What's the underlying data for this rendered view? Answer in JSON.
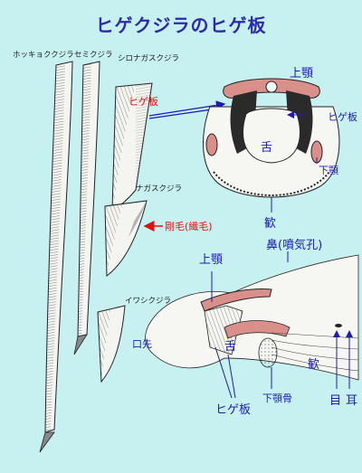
{
  "title": "ヒゲクジラのヒゲ板",
  "whales": {
    "hokkyoku": "ホッキョククジラ",
    "semi": "セミクジラ",
    "shironagasu": "シロナガスクジラ",
    "nagasu": "ナガスクジラ",
    "iwashi": "イワシクジラ"
  },
  "labels_red": {
    "hige_ita": "ヒゲ板",
    "gouke": "剛毛(繊毛)"
  },
  "cross_section": {
    "upper_jaw": "上顎",
    "baleen": "ヒゲ板",
    "tongue": "舌",
    "lower_jaw": "下顎",
    "gum": "歓"
  },
  "side_view": {
    "upper_jaw": "上顎",
    "nose": "鼻(噴気孔)",
    "mouth_tip": "口先",
    "tongue": "舌",
    "baleen": "ヒゲ板",
    "lower_jaw_bone": "下顎骨",
    "gum": "歓",
    "eye": "目",
    "ear": "耳"
  },
  "colors": {
    "background": "#c7f0f0",
    "title": "#2c2ca8",
    "label_blue": "#1c1cb4",
    "label_red": "#e01010",
    "tissue_pink": "#d9908a"
  }
}
